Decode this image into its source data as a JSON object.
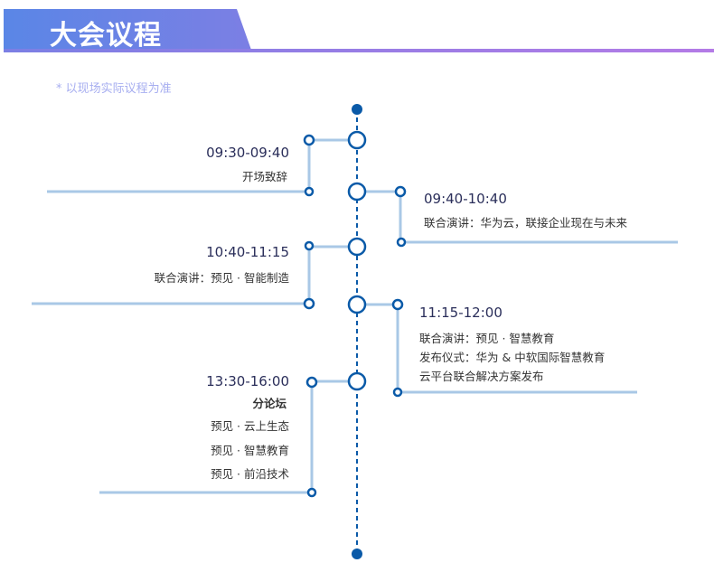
{
  "header": {
    "title": "大会议程",
    "note": "* 以现场实际议程为准"
  },
  "colors": {
    "line": "#a9c8e6",
    "node": "#0a5aa8",
    "title_text": "#2a2e5a"
  },
  "agenda": [
    {
      "time": "09:30-09:40",
      "lines": [
        "开场致辞"
      ]
    },
    {
      "time": "09:40-10:40",
      "lines": [
        "联合演讲：华为云，联接企业现在与未来"
      ]
    },
    {
      "time": "10:40-11:15",
      "lines": [
        "联合演讲：预见 · 智能制造"
      ]
    },
    {
      "time": "11:15-12:00",
      "lines": [
        "联合演讲：预见 · 智慧教育",
        "发布仪式：华为 & 中软国际智慧教育",
        "云平台联合解决方案发布"
      ]
    },
    {
      "time": "13:30-16:00",
      "heading": "分论坛",
      "lines": [
        "预见 · 云上生态",
        "预见 · 智慧教育",
        "预见 · 前沿技术"
      ]
    }
  ]
}
